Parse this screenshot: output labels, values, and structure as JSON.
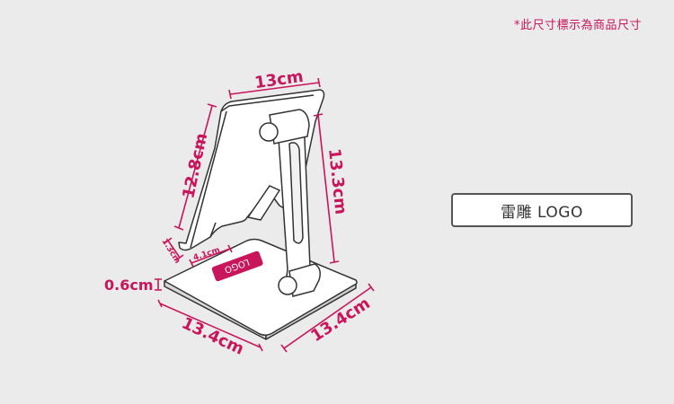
{
  "note": "*此尺寸標示為商品尺寸",
  "engrave_button": "雷雕 LOGO",
  "product_logo_text": "LOGO",
  "dimensions": {
    "top_width": "13cm",
    "back_height": "12.8cm",
    "arm_length": "13.3cm",
    "lip_height": "1.3cm",
    "slot_width": "4.1cm",
    "base_thickness": "0.6cm",
    "base_width": "13.4cm",
    "base_depth": "13.4cm"
  },
  "colors": {
    "accent": "#c8155b",
    "outline": "#333333",
    "fill": "#ffffff",
    "background": "#ebebeb"
  }
}
